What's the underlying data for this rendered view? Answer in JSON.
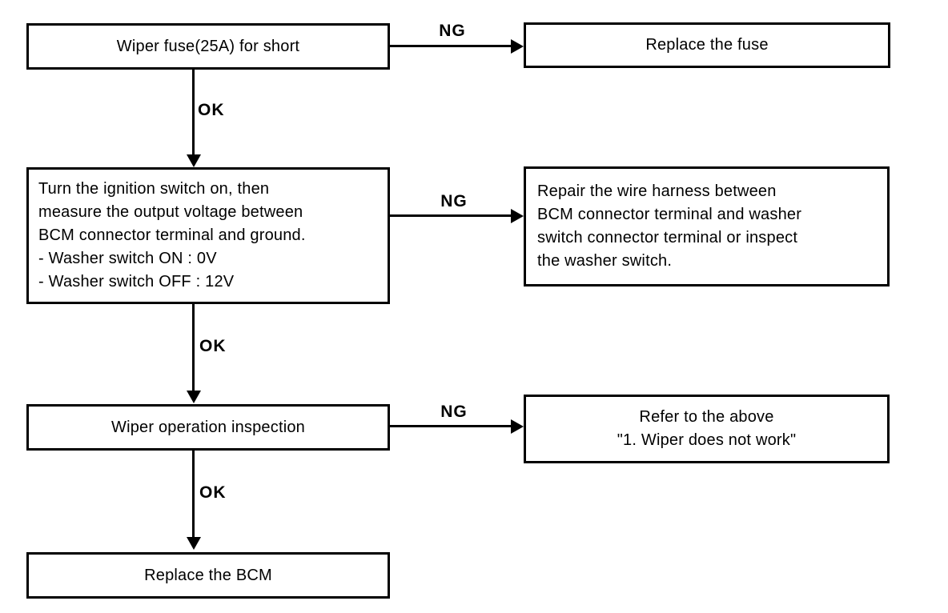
{
  "colors": {
    "background": "#ffffff",
    "line": "#000000",
    "text": "#000000"
  },
  "boxes": {
    "wiper_fuse": {
      "text": "Wiper fuse(25A) for short"
    },
    "replace_fuse": {
      "text": "Replace the fuse"
    },
    "ignition_check": {
      "lines": [
        "Turn the ignition switch on, then",
        "measure the output voltage between",
        "BCM connector terminal and ground.",
        "- Washer switch ON : 0V",
        "- Washer switch OFF : 12V"
      ]
    },
    "repair_harness": {
      "lines": [
        "Repair the wire harness between",
        "BCM connector terminal and washer",
        "switch connector terminal or inspect",
        "the washer switch."
      ]
    },
    "wiper_operation": {
      "text": "Wiper operation inspection"
    },
    "refer_above": {
      "lines": [
        "Refer to the above",
        "\"1. Wiper does not work\""
      ]
    },
    "replace_bcm": {
      "text": "Replace the BCM"
    }
  },
  "labels": {
    "ng1": "NG",
    "ng2": "NG",
    "ng3": "NG",
    "ok1": "OK",
    "ok2": "OK",
    "ok3": "OK"
  }
}
